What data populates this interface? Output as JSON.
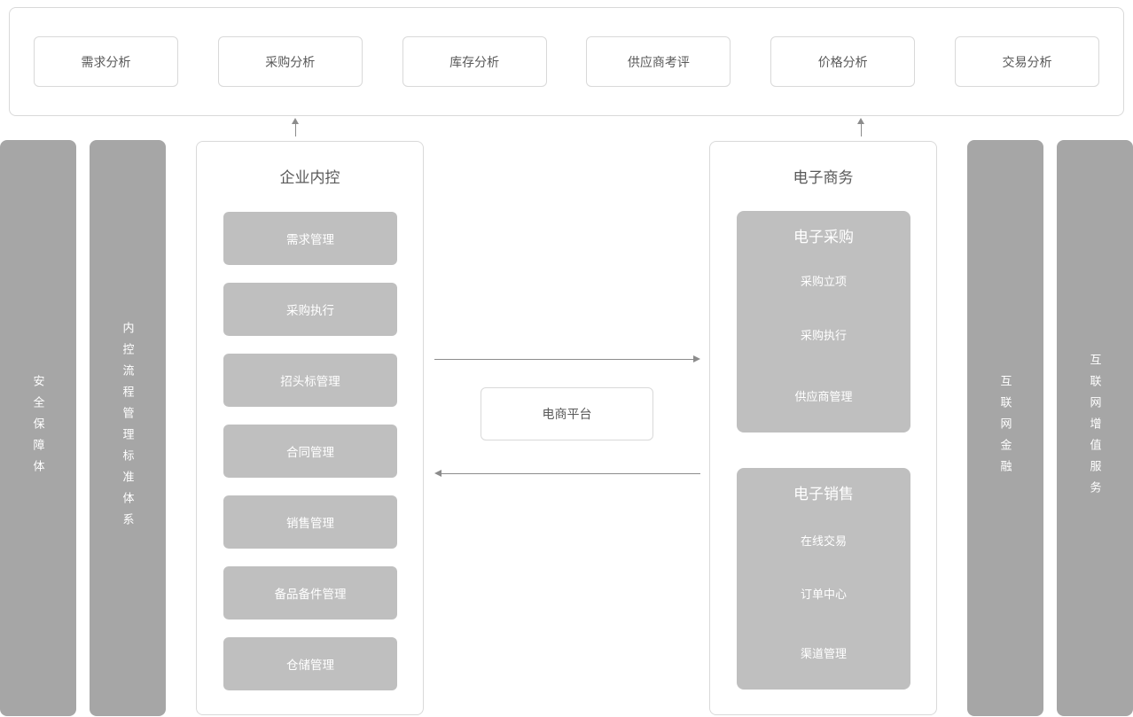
{
  "top_panel": {
    "items": [
      "需求分析",
      "采购分析",
      "库存分析",
      "供应商考评",
      "价格分析",
      "交易分析"
    ]
  },
  "left_bars": [
    "安全保障体",
    "内控流程管理标准体系"
  ],
  "internal_control_panel": {
    "title": "企业内控",
    "items": [
      "需求管理",
      "采购执行",
      "招头标管理",
      "合同管理",
      "销售管理",
      "备品备件管理",
      "仓储管理"
    ]
  },
  "center": {
    "platform_label": "电商平台"
  },
  "ecommerce_panel": {
    "title": "电子商务",
    "groups": [
      {
        "title": "电子采购",
        "items": [
          "采购立项",
          "采购执行",
          "供应商管理"
        ]
      },
      {
        "title": "电子销售",
        "items": [
          "在线交易",
          "订单中心",
          "渠道管理"
        ]
      }
    ]
  },
  "right_bars": [
    "互联网金融",
    "互联网增值服务"
  ],
  "colors": {
    "side_bar_fill": "#a6a6a6",
    "node_fill": "#bfbfbf",
    "panel_border": "#d9d9d9",
    "title_text": "#595959",
    "node_text": "#ffffff",
    "arrow": "#8c8c8c"
  }
}
